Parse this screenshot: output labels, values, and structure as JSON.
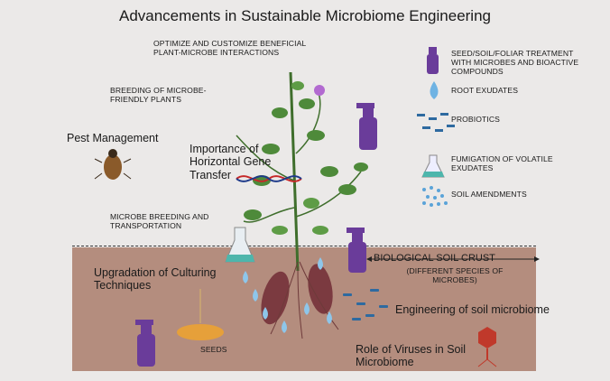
{
  "title": "Advancements in Sustainable Microbiome Engineering",
  "labels": {
    "optimize": "OPTIMIZE AND CUSTOMIZE BENEFICIAL PLANT-MICROBE INTERACTIONS",
    "breeding": "BREEDING OF MICROBE-FRIENDLY PLANTS",
    "pest": "Pest Management",
    "hgt": "Importance of Horizontal Gene Transfer",
    "microbe_breeding": "MICROBE BREEDING AND TRANSPORTATION",
    "culturing": "Upgradation of Culturing Techniques",
    "seeds": "SEEDS",
    "crust": "BIOLOGICAL SOIL CRUST",
    "crust_sub": "(DIFFERENT SPECIES OF MICROBES)",
    "soil_eng": "Engineering of soil microbiome",
    "viruses": "Role of Viruses in Soil Microbiome"
  },
  "legend": [
    {
      "label": "SEED/SOIL/FOLIAR TREATMENT WITH MICROBES AND BIOACTIVE COMPOUNDS",
      "icon": "spray-bottle-icon"
    },
    {
      "label": "ROOT EXUDATES",
      "icon": "droplet-icon"
    },
    {
      "label": "PROBIOTICS",
      "icon": "probiotics-icon"
    },
    {
      "label": "FUMIGATION OF VOLATILE EXUDATES",
      "icon": "flask-icon"
    },
    {
      "label": "SOIL AMENDMENTS",
      "icon": "soil-amendments-icon"
    }
  ],
  "colors": {
    "background": "#ebe9e8",
    "soil": "#b48d7e",
    "purple": "#6a3c9a",
    "leaf": "#4e8a3a",
    "droplet": "#8ec6ea",
    "root": "#7b3a40"
  }
}
